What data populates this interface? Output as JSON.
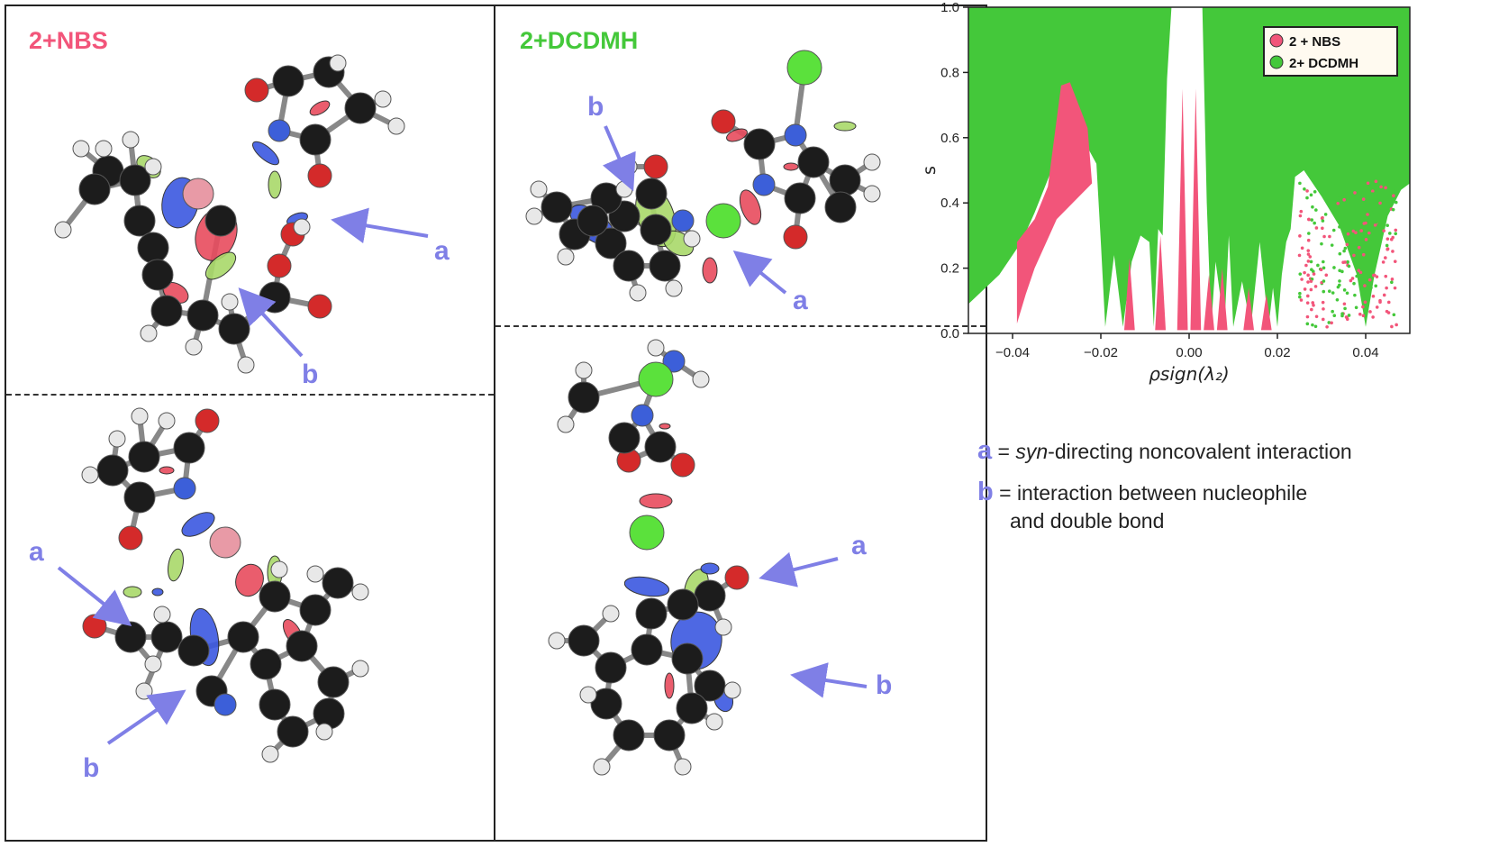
{
  "panels": {
    "nbs": {
      "title": "2+NBS",
      "title_color": "#f2557a"
    },
    "dcdmh": {
      "title": "2+DCDMH",
      "title_color": "#44c83a"
    }
  },
  "annotations": {
    "a": "a",
    "b": "b",
    "arrow_color": "#7f7fe6"
  },
  "key": {
    "a_letter": "a",
    "a_eq": " = ",
    "a_italic": "syn",
    "a_text": "-directing noncovalent interaction",
    "b_letter": "b",
    "b_eq": " = ",
    "b_line1": "interaction between nucleophile",
    "b_line2": "and double bond"
  },
  "colors": {
    "carbon": "#1c1c1c",
    "hydrogen": "#e8e8e8",
    "oxygen": "#d42a2a",
    "nitrogen": "#3c5fd9",
    "chlorine": "#5be13c",
    "bromine": "#e89aa6",
    "nci_red": "#e84c5e",
    "nci_blue": "#3b58e0",
    "nci_green": "#a9d96a"
  },
  "chart_data": {
    "type": "scatter",
    "xlabel": "ρsign(λ₂)",
    "ylabel": "s",
    "xlim": [
      -0.05,
      0.05
    ],
    "ylim": [
      0.0,
      1.0
    ],
    "xticks": [
      "−0.04",
      "−0.02",
      "0.00",
      "0.02",
      "0.04"
    ],
    "xtick_values": [
      -0.04,
      -0.02,
      0.0,
      0.02,
      0.04
    ],
    "yticks": [
      "0.0",
      "0.2",
      "0.4",
      "0.6",
      "0.8",
      "1.0"
    ],
    "ytick_values": [
      0.0,
      0.2,
      0.4,
      0.6,
      0.8,
      1.0
    ],
    "legend_position": "top-right",
    "series": [
      {
        "name": "2 + NBS",
        "color": "#f2557a"
      },
      {
        "name": "2+ DCDMH",
        "color": "#44c83a"
      }
    ]
  }
}
